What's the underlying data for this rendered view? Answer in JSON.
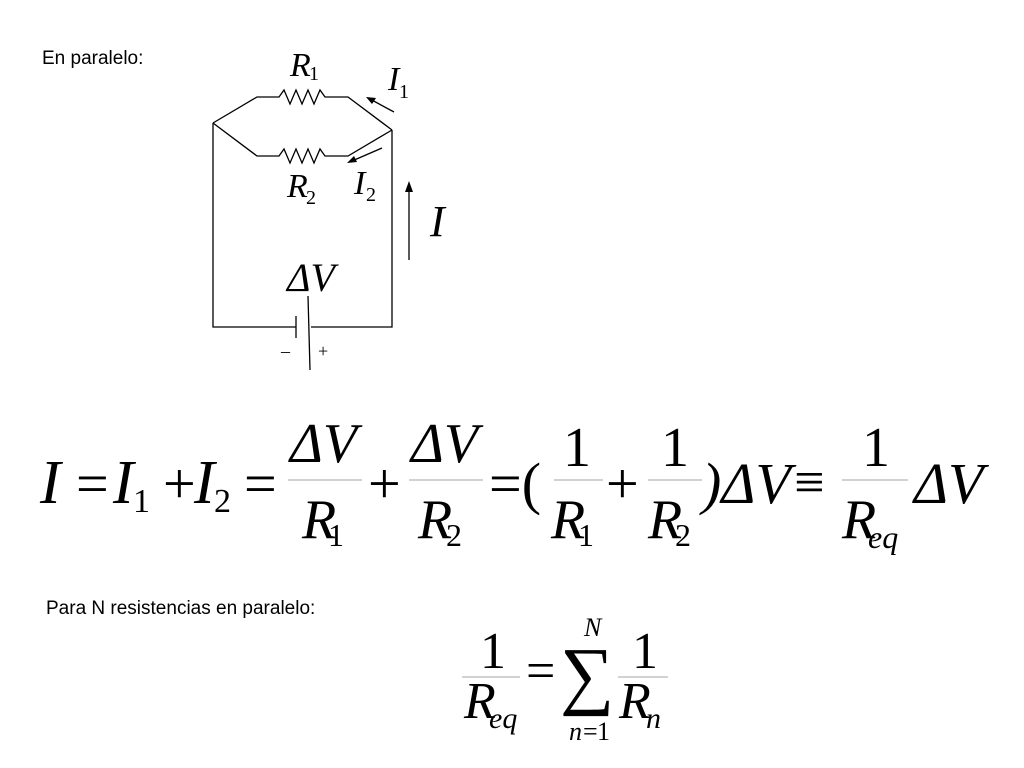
{
  "captions": {
    "parallel_heading": "En paralelo:",
    "n_resistors_heading": "Para N resistencias en paralelo:"
  },
  "circuit": {
    "r1_symbol": "R",
    "r1_sub": "1",
    "r2_symbol": "R",
    "r2_sub": "2",
    "i1_symbol": "I",
    "i1_sub": "1",
    "i2_symbol": "I",
    "i2_sub": "2",
    "i_symbol": "I",
    "battery_label": "ΔV",
    "minus_sign": "–",
    "plus_sign": "+"
  },
  "equation_main": {
    "lhs": "I",
    "eq1": "=",
    "i1": "I",
    "i1_sub": "1",
    "plus1": "+",
    "i2": "I",
    "i2_sub": "2",
    "eq2": "=",
    "num1": "ΔV",
    "den1": "R",
    "den1_sub": "1",
    "plus2": "+",
    "num2": "ΔV",
    "den2": "R",
    "den2_sub": "2",
    "eq3": "=(",
    "num3": "1",
    "den3": "R",
    "den3_sub": "1",
    "plus3": "+",
    "num4": "1",
    "den4": "R",
    "den4_sub": "2",
    "close_dv": ")ΔV",
    "equiv": "≡",
    "num5": "1",
    "den5": "R",
    "den5_sub": "eq",
    "tail_dv": "ΔV"
  },
  "equation_sum": {
    "num_left": "1",
    "den_left": "R",
    "den_left_sub": "eq",
    "eq": "=",
    "sigma": "∑",
    "upper": "N",
    "lower_var": "n",
    "lower_eq": "=",
    "lower_val": "1",
    "num_right": "1",
    "den_right": "R",
    "den_right_sub": "n"
  }
}
